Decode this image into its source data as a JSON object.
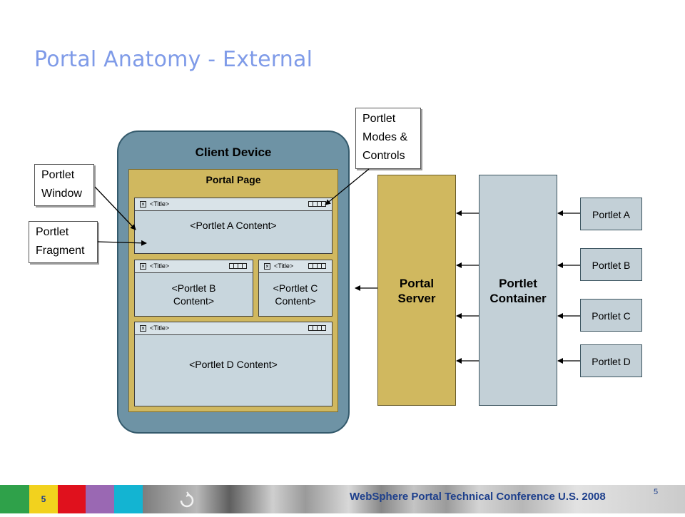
{
  "slide": {
    "title": "Portal Anatomy - External"
  },
  "diagram": {
    "client_device": "Client Device",
    "portal_page": "Portal Page",
    "window_title": "<Title>",
    "portlet_a_content": "<Portlet A Content>",
    "portlet_b_content": [
      "<Portlet B",
      "Content>"
    ],
    "portlet_c_content": [
      "<Portlet C",
      "Content>"
    ],
    "portlet_d_content": "<Portlet D Content>",
    "callout_window": [
      "Portlet",
      "Window"
    ],
    "callout_fragment": [
      "Portlet",
      "Fragment"
    ],
    "callout_modes": [
      "Portlet",
      "Modes &",
      "Controls"
    ],
    "portal_server": [
      "Portal",
      "Server"
    ],
    "portlet_container": [
      "Portlet",
      "Container"
    ],
    "portlets": [
      "Portlet A",
      "Portlet B",
      "Portlet C",
      "Portlet D"
    ]
  },
  "footer": {
    "text": "WebSphere Portal Technical Conference U.S. 2008",
    "page_number": "5",
    "page_number_box": "5"
  },
  "colors": {
    "title": "#7f9be8",
    "client_device": "#6e93a5",
    "portal_gold": "#d0b85f",
    "container_blue": "#c3d0d7"
  }
}
